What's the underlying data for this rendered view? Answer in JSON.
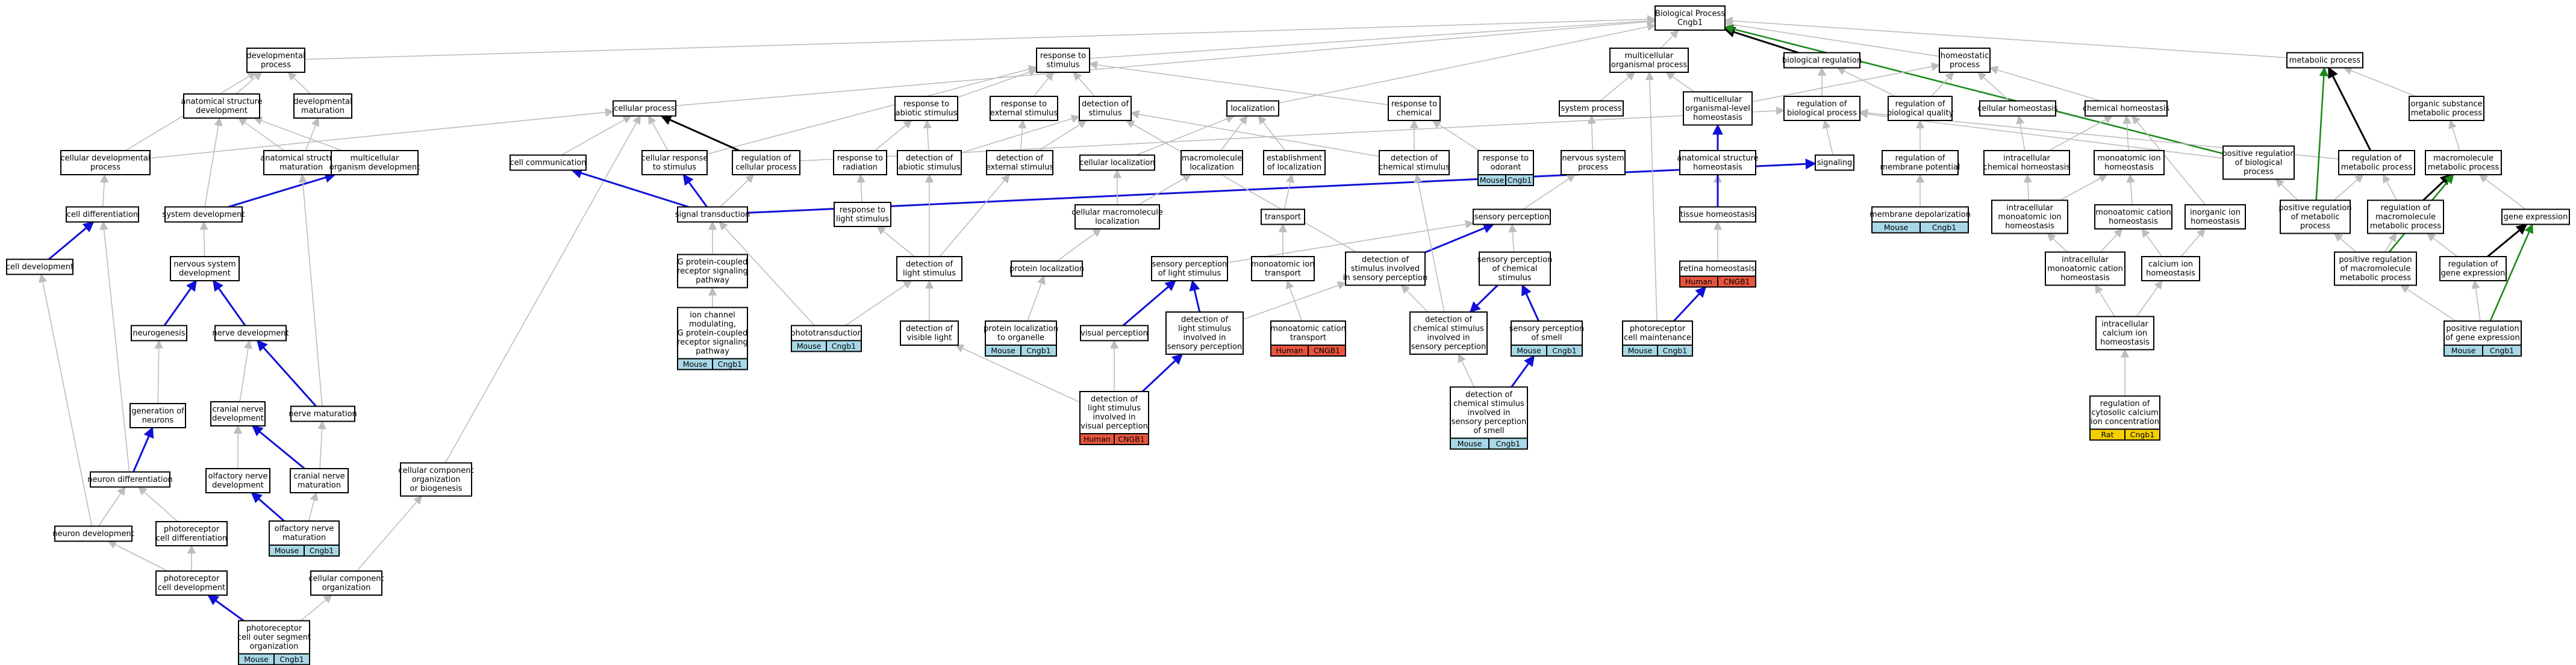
{
  "colors": {
    "gray_edge": "#bdbdbd",
    "black_edge": "#000000",
    "blue_edge": "#1010d8",
    "green_edge": "#1a8a1a",
    "mouse_tag": "#a8d8e8",
    "human_tag": "#e8553f",
    "rat_tag": "#f5d000"
  },
  "nodes": {
    "bp": {
      "lines": [
        "Biological Process",
        "Cngb1"
      ]
    },
    "devproc": {
      "lines": [
        "developmental",
        "process"
      ]
    },
    "anat": {
      "lines": [
        "anatomical structure",
        "development"
      ]
    },
    "devmat": {
      "lines": [
        "developmental",
        "maturation"
      ]
    },
    "celldevproc": {
      "lines": [
        "cellular developmental",
        "process"
      ]
    },
    "anatmat": {
      "lines": [
        "anatomical structure",
        "maturation"
      ]
    },
    "multidev": {
      "lines": [
        "multicellular",
        "organism development"
      ]
    },
    "celldiff": {
      "lines": [
        "cell differentiation"
      ]
    },
    "sysdev": {
      "lines": [
        "system development"
      ]
    },
    "celldev": {
      "lines": [
        "cell development"
      ]
    },
    "nervsys": {
      "lines": [
        "nervous system",
        "development"
      ]
    },
    "neurogen": {
      "lines": [
        "neurogenesis"
      ]
    },
    "nervedev": {
      "lines": [
        "nerve development"
      ]
    },
    "genneur": {
      "lines": [
        "generation of",
        "neurons"
      ]
    },
    "cranial": {
      "lines": [
        "cranial nerve",
        "development"
      ]
    },
    "nervemat": {
      "lines": [
        "nerve maturation"
      ]
    },
    "neurdiff": {
      "lines": [
        "neuron differentiation"
      ]
    },
    "olfdev": {
      "lines": [
        "olfactory nerve",
        "development"
      ]
    },
    "cranmat": {
      "lines": [
        "cranial nerve",
        "maturation"
      ]
    },
    "olfmat": {
      "lines": [
        "olfactory nerve",
        "maturation"
      ],
      "tags": [
        "Mouse",
        "Cngb1"
      ],
      "tagcolor": "mouse_tag"
    },
    "neurdev": {
      "lines": [
        "neuron development"
      ]
    },
    "photodiff": {
      "lines": [
        "photoreceptor",
        "cell differentiation"
      ]
    },
    "photodev": {
      "lines": [
        "photoreceptor",
        "cell development"
      ]
    },
    "photoouter": {
      "lines": [
        "photoreceptor",
        "cell outer segment",
        "organization"
      ],
      "tags": [
        "Mouse",
        "Cngb1"
      ],
      "tagcolor": "mouse_tag"
    },
    "cco": {
      "lines": [
        "cellular component",
        "organization"
      ]
    },
    "ccob": {
      "lines": [
        "cellular component",
        "organization",
        "or biogenesis"
      ]
    },
    "cellproc": {
      "lines": [
        "cellular process"
      ]
    },
    "cellcomm": {
      "lines": [
        "cell communication"
      ]
    },
    "cellresp": {
      "lines": [
        "cellular response",
        "to stimulus"
      ]
    },
    "regcell": {
      "lines": [
        "regulation of",
        "cellular process"
      ]
    },
    "sigtrans": {
      "lines": [
        "signal transduction"
      ]
    },
    "gpcr": {
      "lines": [
        "G protein-coupled",
        "receptor signaling",
        "pathway"
      ]
    },
    "ionchan": {
      "lines": [
        "ion channel",
        "modulating,",
        "G protein-coupled",
        "receptor signaling",
        "pathway"
      ],
      "tags": [
        "Mouse",
        "Cngb1"
      ],
      "tagcolor": "mouse_tag"
    },
    "phototrans": {
      "lines": [
        "phototransduction"
      ],
      "tags": [
        "Mouse",
        "Cngb1"
      ],
      "tagcolor": "mouse_tag"
    },
    "respstim": {
      "lines": [
        "response to",
        "stimulus"
      ]
    },
    "respabio": {
      "lines": [
        "response to",
        "abiotic stimulus"
      ]
    },
    "respext": {
      "lines": [
        "response to",
        "external stimulus"
      ]
    },
    "detstim": {
      "lines": [
        "detection of",
        "stimulus"
      ]
    },
    "resprad": {
      "lines": [
        "response to",
        "radiation"
      ]
    },
    "detabio": {
      "lines": [
        "detection of",
        "abiotic stimulus"
      ]
    },
    "detext": {
      "lines": [
        "detection of",
        "external stimulus"
      ]
    },
    "resplight": {
      "lines": [
        "response to",
        "light stimulus"
      ]
    },
    "detlight": {
      "lines": [
        "detection of",
        "light stimulus"
      ]
    },
    "detvis": {
      "lines": [
        "detection of",
        "visible light"
      ]
    },
    "localiz": {
      "lines": [
        "localization"
      ]
    },
    "cellloc": {
      "lines": [
        "cellular localization"
      ]
    },
    "macloc": {
      "lines": [
        "macromolecule",
        "localization"
      ]
    },
    "estloc": {
      "lines": [
        "establishment",
        "of localization"
      ]
    },
    "cellmacloc": {
      "lines": [
        "cellular macromolecule",
        "localization"
      ]
    },
    "protloc": {
      "lines": [
        "protein localization"
      ]
    },
    "protorg": {
      "lines": [
        "protein localization",
        "to organelle"
      ],
      "tags": [
        "Mouse",
        "Cngb1"
      ],
      "tagcolor": "mouse_tag"
    },
    "transport": {
      "lines": [
        "transport"
      ]
    },
    "monoion": {
      "lines": [
        "monoatomic ion",
        "transport"
      ]
    },
    "monocat": {
      "lines": [
        "monoatomic cation",
        "transport"
      ],
      "tags": [
        "Human",
        "CNGB1"
      ],
      "tagcolor": "human_tag"
    },
    "senslight": {
      "lines": [
        "sensory perception",
        "of light stimulus"
      ]
    },
    "visperc": {
      "lines": [
        "visual perception"
      ]
    },
    "detlightsens": {
      "lines": [
        "detection of",
        "light stimulus",
        "involved in",
        "sensory perception"
      ]
    },
    "detlightvis": {
      "lines": [
        "detection of",
        "light stimulus",
        "involved in",
        "visual perception"
      ],
      "tags": [
        "Human",
        "CNGB1"
      ],
      "tagcolor": "human_tag"
    },
    "respchem": {
      "lines": [
        "response to",
        "chemical"
      ]
    },
    "detchem": {
      "lines": [
        "detection of",
        "chemical stimulus"
      ]
    },
    "respodor": {
      "lines": [
        "response to",
        "odorant"
      ],
      "tags": [
        "Mouse",
        "Cngb1"
      ],
      "tagcolor": "mouse_tag"
    },
    "detstimsens": {
      "lines": [
        "detection of",
        "stimulus involved",
        "in sensory perception"
      ]
    },
    "detchemsens": {
      "lines": [
        "detection of",
        "chemical stimulus",
        "involved in",
        "sensory perception"
      ]
    },
    "detchemsmell": {
      "lines": [
        "detection of",
        "chemical stimulus",
        "involved in",
        "sensory perception",
        "of smell"
      ],
      "tags": [
        "Mouse",
        "Cngb1"
      ],
      "tagcolor": "mouse_tag"
    },
    "sensperc": {
      "lines": [
        "sensory perception"
      ]
    },
    "sensperchem": {
      "lines": [
        "sensory perception",
        "of chemical",
        "stimulus"
      ]
    },
    "senssmell": {
      "lines": [
        "sensory perception",
        "of smell"
      ],
      "tags": [
        "Mouse",
        "Cngb1"
      ],
      "tagcolor": "mouse_tag"
    },
    "multiorg": {
      "lines": [
        "multicellular",
        "organismal process"
      ]
    },
    "sysproc": {
      "lines": [
        "system process"
      ]
    },
    "nervsysproc": {
      "lines": [
        "nervous system",
        "process"
      ]
    },
    "multihomeo": {
      "lines": [
        "multicellular",
        "organismal-level",
        "homeostasis"
      ]
    },
    "anathomeo": {
      "lines": [
        "anatomical structure",
        "homeostasis"
      ]
    },
    "tissuehomeo": {
      "lines": [
        "tissue homeostasis"
      ]
    },
    "retinahomeo": {
      "lines": [
        "retina homeostasis"
      ],
      "tags": [
        "Human",
        "CNGB1"
      ],
      "tagcolor": "human_tag"
    },
    "photomaint": {
      "lines": [
        "photoreceptor",
        "cell maintenance"
      ],
      "tags": [
        "Mouse",
        "Cngb1"
      ],
      "tagcolor": "mouse_tag"
    },
    "bioreg": {
      "lines": [
        "biological regulation"
      ]
    },
    "regbp": {
      "lines": [
        "regulation of",
        "biological process"
      ]
    },
    "regqual": {
      "lines": [
        "regulation of",
        "biological quality"
      ]
    },
    "signaling": {
      "lines": [
        "signaling"
      ]
    },
    "regmemb": {
      "lines": [
        "regulation of",
        "membrane potential"
      ]
    },
    "membdep": {
      "lines": [
        "membrane depolarization"
      ],
      "tags": [
        "Mouse",
        "Cngb1"
      ],
      "tagcolor": "mouse_tag"
    },
    "homeoproc": {
      "lines": [
        "homeostatic",
        "process"
      ]
    },
    "cellhomeo": {
      "lines": [
        "cellular homeostasis"
      ]
    },
    "chemhomeo": {
      "lines": [
        "chemical homeostasis"
      ]
    },
    "intchem": {
      "lines": [
        "intracellular",
        "chemical homeostasis"
      ]
    },
    "monoionhomeo": {
      "lines": [
        "monoatomic ion",
        "homeostasis"
      ]
    },
    "intmono": {
      "lines": [
        "intracellular",
        "monoatomic ion",
        "homeostasis"
      ]
    },
    "monocathomeo": {
      "lines": [
        "monoatomic cation",
        "homeostasis"
      ]
    },
    "inorg": {
      "lines": [
        "inorganic ion",
        "homeostasis"
      ]
    },
    "intmonocat": {
      "lines": [
        "intracellular",
        "monoatomic cation",
        "homeostasis"
      ]
    },
    "calcium": {
      "lines": [
        "calcium ion",
        "homeostasis"
      ]
    },
    "intcalc": {
      "lines": [
        "intracellular",
        "calcium ion",
        "homeostasis"
      ]
    },
    "regcyto": {
      "lines": [
        "regulation of",
        "cytosolic calcium",
        "ion concentration"
      ],
      "tags": [
        "Rat",
        "Cngb1"
      ],
      "tagcolor": "rat_tag"
    },
    "posregbp": {
      "lines": [
        "positive regulation",
        "of biological",
        "process"
      ]
    },
    "metab": {
      "lines": [
        "metabolic process"
      ]
    },
    "orgsub": {
      "lines": [
        "organic substance",
        "metabolic process"
      ]
    },
    "regmet": {
      "lines": [
        "regulation of",
        "metabolic process"
      ]
    },
    "macmet": {
      "lines": [
        "macromolecule",
        "metabolic process"
      ]
    },
    "posregmet": {
      "lines": [
        "positive regulation",
        "of metabolic",
        "process"
      ]
    },
    "regmacmet": {
      "lines": [
        "regulation of",
        "macromolecule",
        "metabolic process"
      ]
    },
    "geneexp": {
      "lines": [
        "gene expression"
      ]
    },
    "posregmac": {
      "lines": [
        "positive regulation",
        "of macromolecule",
        "metabolic process"
      ]
    },
    "reggene": {
      "lines": [
        "regulation of",
        "gene expression"
      ]
    },
    "posreggene": {
      "lines": [
        "positive regulation",
        "of gene expression"
      ],
      "tags": [
        "Mouse",
        "Cngb1"
      ],
      "tagcolor": "mouse_tag"
    }
  }
}
